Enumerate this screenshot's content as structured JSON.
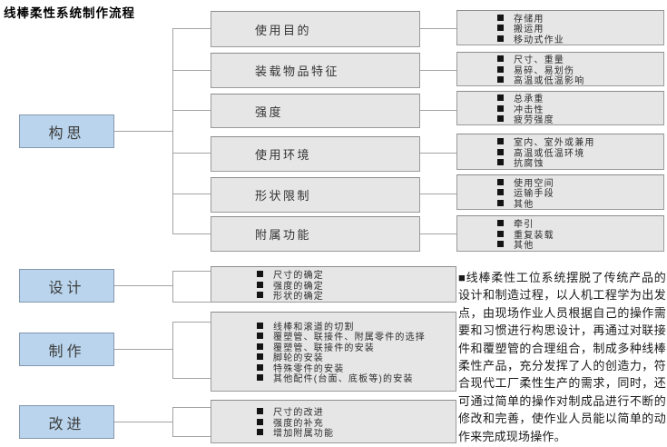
{
  "title": "线棒柔性系统制作流程",
  "icons": {
    "bullet_square": "■"
  },
  "phases": {
    "conception": {
      "label": "构思"
    },
    "design": {
      "label": "设计",
      "items": [
        "尺寸的确定",
        "强度的确定",
        "形状的确定"
      ]
    },
    "production": {
      "label": "制作",
      "items": [
        "线棒和滚道的切割",
        "覆塑管、联接件、附属零件的选择",
        "覆塑管、联接件的安装",
        "脚轮的安装",
        "特殊零件的安装",
        "其他配件(台面、底板等)的安装"
      ]
    },
    "improvement": {
      "label": "改进",
      "items": [
        "尺寸的改进",
        "强度的补充",
        "增加附属功能"
      ]
    }
  },
  "conception_rows": [
    {
      "category": "使用目的",
      "items": [
        "存储用",
        "搬运用",
        "移动式作业"
      ]
    },
    {
      "category": "装载物品特征",
      "items": [
        "尺寸、重量",
        "易碎、易划伤",
        "高温或低温影响"
      ]
    },
    {
      "category": "强度",
      "items": [
        "总承重",
        "冲击性",
        "疲劳强度"
      ]
    },
    {
      "category": "使用环境",
      "items": [
        "室内、室外或兼用",
        "高温或低温环境",
        "抗腐蚀"
      ]
    },
    {
      "category": "形状限制",
      "items": [
        "使用空间",
        "运输手段",
        "其他"
      ]
    },
    {
      "category": "附属功能",
      "items": [
        "牵引",
        "重复装载",
        "其他"
      ]
    }
  ],
  "description": "■线棒柔性工位系统摆脱了传统产品的设计和制造过程，以人机工程学为出发点，由现场作业人员根据自己的操作需要和习惯进行构思设计，再通过对联接件和覆塑管的合理组合，制成多种线棒柔性产品，充分发挥了人的创造力，符合现代工厂柔性生产的需求，同时，还可通过简单的操作对制成品进行不断的修改和完善，使作业人员能以简单的动作来完成现场操作。",
  "colors": {
    "phase_fill": "#b9d4ec",
    "phase_border": "#8498ad",
    "box_fill": "#e7e6e6",
    "box_border": "#9a9a9a",
    "line": "#a3a3a3",
    "bullet": "#141414",
    "text": "#333333"
  }
}
